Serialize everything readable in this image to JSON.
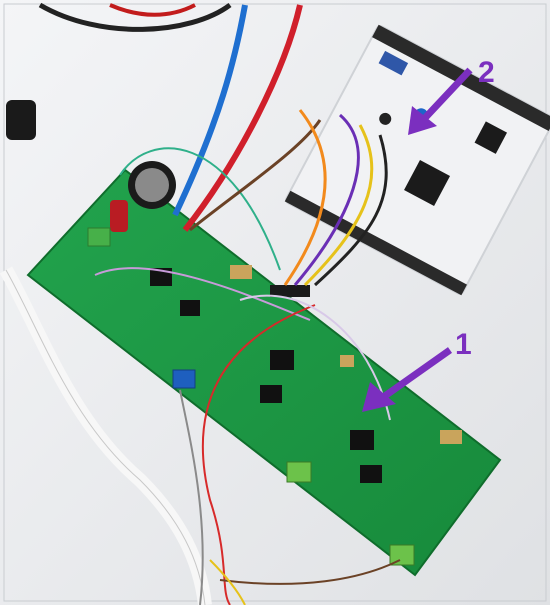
{
  "photo": {
    "description_tag": "lab-photo-pcb-board-with-dev-board",
    "annotations": [
      {
        "id": "label-1",
        "text": "1"
      },
      {
        "id": "label-2",
        "text": "2"
      }
    ]
  },
  "colors": {
    "callout": "#7b2fbf",
    "pcb_green": "#1f9e48",
    "dev_board": "#f1f2f4",
    "table": "#e9ebee"
  }
}
